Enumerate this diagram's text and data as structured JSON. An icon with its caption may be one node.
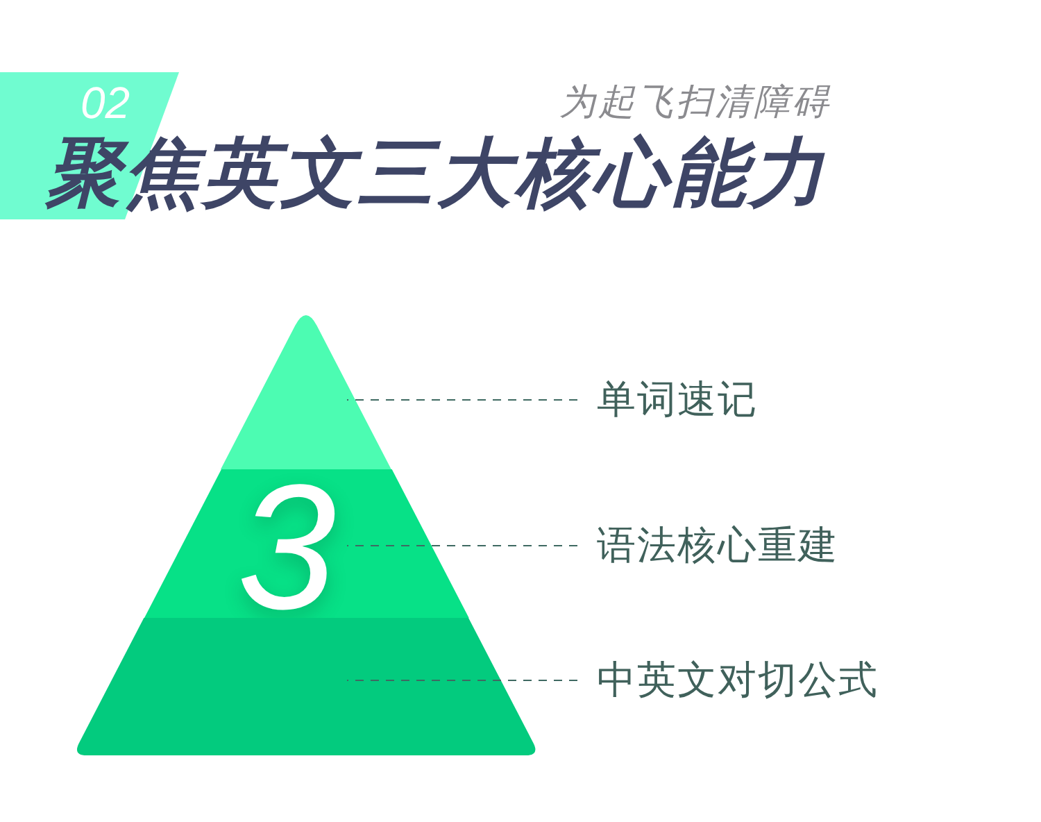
{
  "diagram": {
    "title": "聚焦英文三大核心能力",
    "nodes": [
      {
        "text": [
          "02"
        ]
      },
      {
        "text": [],
        "shape": "triangle"
      },
      {
        "text": [
          "3"
        ]
      },
      {
        "text": [],
        "shape": "trapezoid"
      },
      {
        "text": [
          "单词速记"
        ]
      },
      {
        "text": [
          "语法核心重建"
        ]
      },
      {
        "text": [
          "中英文对切公式"
        ]
      }
    ],
    "edges": [
      {
        "from": 4,
        "to": 1,
        "arrow": "none",
        "style": "dashed"
      },
      {
        "from": 5,
        "to": 2,
        "arrow": "none",
        "style": "dashed"
      },
      {
        "from": 6,
        "to": 3,
        "arrow": "none",
        "style": "dashed"
      }
    ],
    "labels": [
      "为起飞扫清障碍"
    ]
  }
}
